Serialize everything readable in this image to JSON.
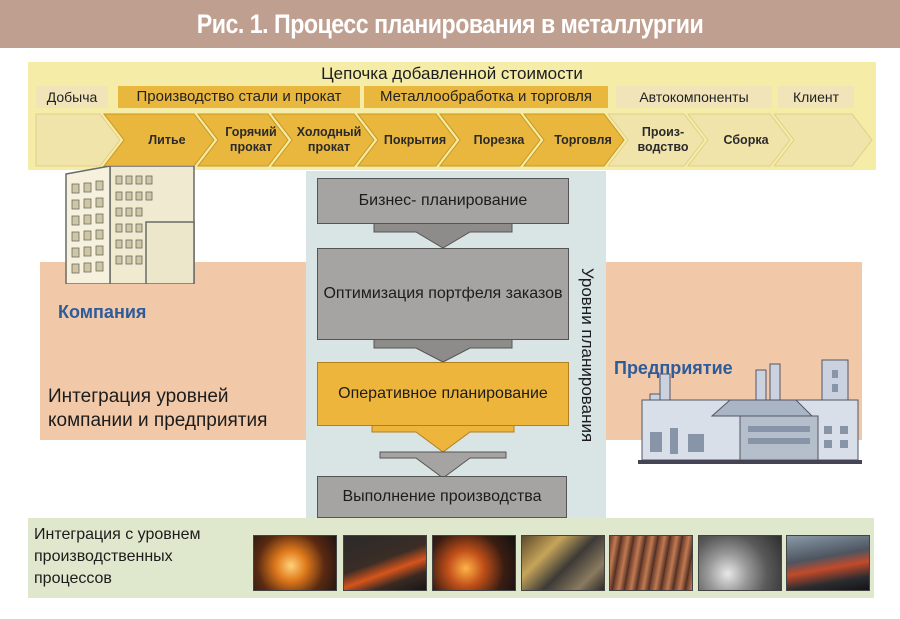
{
  "title": "Рис. 1. Процесс планирования в металлургии",
  "value_chain": {
    "heading": "Цепочка добавленной стоимости",
    "bands": [
      "Добыча",
      "Производство стали и прокат",
      "Металлообработка и торговля",
      "Автокомпоненты",
      "Клиент"
    ],
    "steps": [
      "Литье",
      "Горячий прокат",
      "Холодный прокат",
      "Покрытия",
      "Порезка",
      "Торговля",
      "Произ- водство",
      "Сборка"
    ]
  },
  "planning": {
    "levels_label": "Уровни планирования",
    "boxes": [
      "Бизнес- планирование",
      "Оптимизация портфеля заказов",
      "Оперативное планирование",
      "Выполнение производства"
    ]
  },
  "company_label": "Компания",
  "enterprise_label": "Предприятие",
  "integration_levels": "Интеграция уровней компании и предприятия",
  "integration_production": "Интеграция с уровнем производственных процессов",
  "colors": {
    "title_bg": "#bf9f8f",
    "chain_bg": "#f5eca7",
    "arrow_gold": "#e9b73e",
    "arrow_pale": "#f1e4ab",
    "band_salmon": "#f1c9a8",
    "column": "#d9e5e5",
    "box_grey": "#a6a4a2",
    "box_gold": "#edb53c",
    "label_blue": "#2e5b9a",
    "bottom_bg": "#dfe7cc"
  }
}
